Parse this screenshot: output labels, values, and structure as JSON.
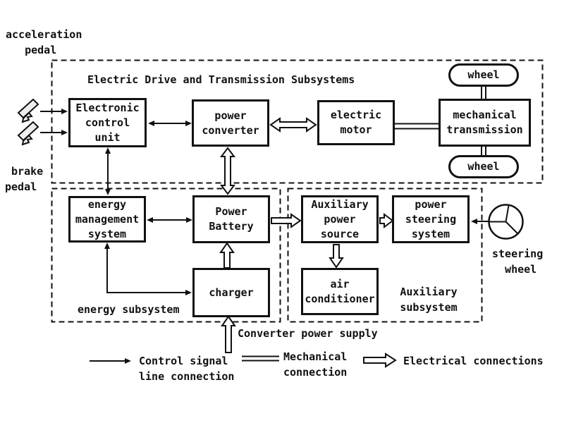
{
  "colors": {
    "line": "#111111",
    "background": "#ffffff",
    "pedal_fill": "#eeeeee"
  },
  "labels": {
    "acceleration_pedal": "acceleration\n   pedal",
    "brake_pedal": " brake\npedal",
    "steering_wheel": "steering\n  wheel",
    "converter_power_supply": "Converter power supply"
  },
  "subsystems": {
    "drive": {
      "title": "Electric Drive and Transmission Subsystems"
    },
    "energy": {
      "label": "energy subsystem"
    },
    "auxiliary": {
      "label": "Auxiliary\nsubsystem"
    }
  },
  "blocks": {
    "ecu": "Electronic\ncontrol\nunit",
    "power_converter": "power\nconverter",
    "electric_motor": "electric\nmotor",
    "mechanical_transmission": "mechanical\ntransmission",
    "wheel_top": "wheel",
    "wheel_bottom": "wheel",
    "energy_management": "energy\nmanagement\nsystem",
    "power_battery": "Power\nBattery",
    "charger": "charger",
    "aux_power_source": "Auxiliary\npower\nsource",
    "power_steering": "power\nsteering\nsystem",
    "air_conditioner": "air\nconditioner"
  },
  "legend": [
    {
      "type": "control-signal-arrow",
      "label": "Control signal\nline connection"
    },
    {
      "type": "mechanical-connection",
      "label": "Mechanical\nconnection"
    },
    {
      "type": "electrical-connection",
      "label": "Electrical connections"
    }
  ],
  "icons": {
    "accelerator": "pedal-icon",
    "brake": "pedal-icon",
    "steering": "steering-wheel-icon"
  }
}
